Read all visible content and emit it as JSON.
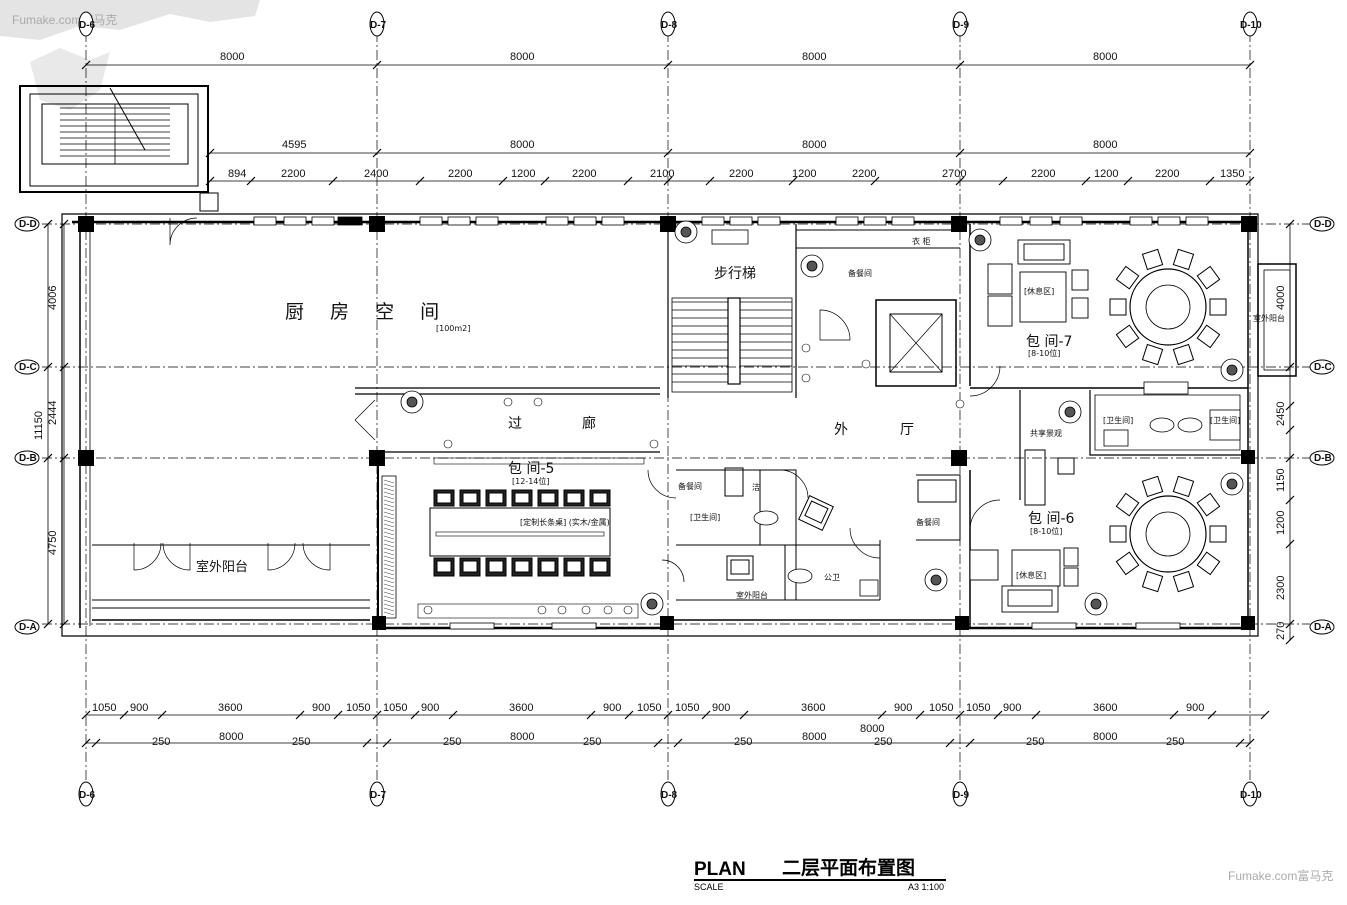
{
  "watermark": {
    "top_left": "Fumake.com富马克",
    "bottom_right": "Fumake.com富马克"
  },
  "title_block": {
    "plan_label": "PLAN",
    "title": "二层平面布置图",
    "scale_label": "SCALE",
    "scale_value": "A3  1:100"
  },
  "axes": {
    "vertical": [
      "D-6",
      "D-7",
      "D-8",
      "D-9",
      "D-10"
    ],
    "horizontal": [
      "D-A",
      "D-B",
      "D-C",
      "D-D"
    ]
  },
  "dimensions": {
    "top_row1": [
      "8000",
      "8000",
      "8000",
      "8000"
    ],
    "top_row2": [
      "4595",
      "8000",
      "8000",
      "8000"
    ],
    "top_row3": [
      "894",
      "2200",
      "2400",
      "2200",
      "1200",
      "2200",
      "2100",
      "2200",
      "1200",
      "2200",
      "2700",
      "2200",
      "1200",
      "2200",
      "1350"
    ],
    "left": [
      "4006",
      "2444",
      "11150",
      "4750"
    ],
    "right": [
      "4000",
      "2450",
      "1150",
      "1200",
      "2300",
      "270"
    ],
    "bottom_row1": [
      "1050",
      "900",
      "3600",
      "900",
      "1050",
      "1050",
      "900",
      "3600",
      "900",
      "1050",
      "1050",
      "900",
      "3600",
      "900",
      "1050",
      "1050",
      "900",
      "3600",
      "900"
    ],
    "bottom_row2": [
      "250",
      "8000",
      "250",
      "250",
      "8000",
      "250",
      "250",
      "8000",
      "250",
      "250",
      "8000",
      "250"
    ],
    "bottom_total": "8000"
  },
  "rooms": {
    "kitchen": "厨 房 空 间",
    "kitchen_area": "[100m2]",
    "corridor_left": "过",
    "corridor_right": "廊",
    "stair": "步行梯",
    "service1": "备餐间",
    "wardrobe": "衣 柜",
    "outer_hall_left": "外",
    "outer_hall_right": "厅",
    "room7": "包  间-7",
    "room7_cap": "[8-10位]",
    "lounge": "[休息区]",
    "balcony_right": "室外阳台",
    "feature": "共享景观",
    "wc1": "[卫生间]",
    "wc2": "[卫生间]",
    "room5": "包  间-5",
    "room5_cap": "[12-14位]",
    "service2": "备餐间",
    "wc3": "[卫生间]",
    "pantry": "洁",
    "service3": "备餐间",
    "room6": "包  间-6",
    "room6_cap": "[8-10位]",
    "lounge2": "[休息区]",
    "public_wc": "公卫",
    "balcony_mid": "室外阳台",
    "balcony_left": "室外阳台",
    "table_note": "[定制长条桌] (实木/金属)"
  }
}
